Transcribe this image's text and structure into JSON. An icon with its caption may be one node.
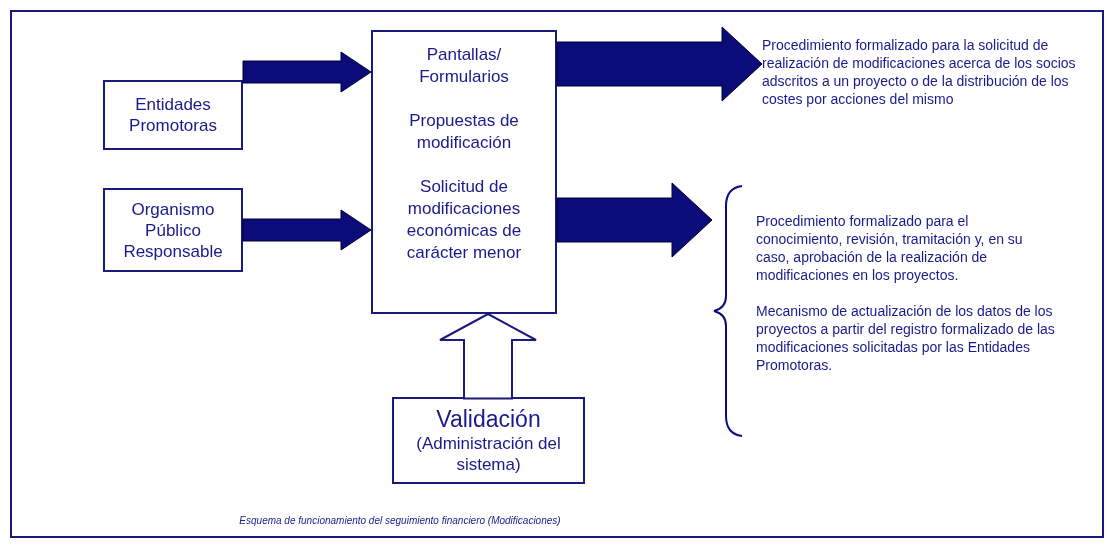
{
  "diagram": {
    "caption": "Esquema de funcionamiento del seguimiento financiero (Modificaciones)",
    "nodes": [
      {
        "text": [
          "Entidades Promotoras"
        ]
      },
      {
        "text": [
          "Organismo Público Responsable"
        ]
      },
      {
        "text": [
          "Pantallas/ Formularios",
          "Propuestas de modificación",
          "Solicitud de modificaciones económicas de carácter menor"
        ]
      },
      {
        "text": [
          "Validación",
          "(Administración del sistema)"
        ]
      },
      {
        "text": [
          "Procedimiento formalizado para la solicitud de realización de modificaciones acerca de los socios adscritos a un proyecto o de la distribución de los costes por acciones del mismo"
        ]
      },
      {
        "text": [
          "Procedimiento formalizado para el conocimiento, revisión, tramitación y, en su caso, aprobación de la realización de modificaciones en los proyectos.",
          "Mecanismo de actualización de los datos de los proyectos a partir del registro formalizado de las modificaciones solicitadas por las Entidades Promotoras."
        ]
      }
    ],
    "edges": [
      {
        "from": 0,
        "to": 2,
        "arrow": "to",
        "style": "thick"
      },
      {
        "from": 1,
        "to": 2,
        "arrow": "to",
        "style": "thick"
      },
      {
        "from": 2,
        "to": 4,
        "arrow": "to",
        "style": "thick"
      },
      {
        "from": 2,
        "to": 5,
        "arrow": "to",
        "style": "thick"
      },
      {
        "from": 3,
        "to": 2,
        "arrow": "to"
      }
    ]
  }
}
